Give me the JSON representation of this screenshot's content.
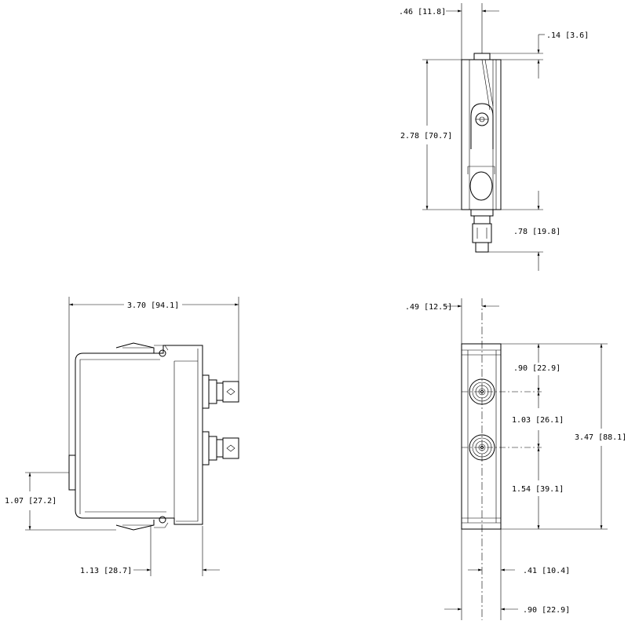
{
  "top_view": {
    "dim_width": ".46 [11.8]",
    "dim_cap": ".14 [3.6]",
    "dim_height": "2.78 [70.7]",
    "dim_connector": ".78 [19.8]"
  },
  "side_view": {
    "dim_overall_width": "3.70 [94.1]",
    "dim_height_from_base": "1.07 [27.2]",
    "dim_bracket_offset": "1.13 [28.7]"
  },
  "end_view": {
    "dim_width": ".49 [12.5]",
    "dim_top_to_conn1": ".90 [22.9]",
    "dim_conn_spacing": "1.03 [26.1]",
    "dim_overall_height": "3.47 [88.1]",
    "dim_conn2_to_bottom": "1.54 [39.1]",
    "dim_center_offset": ".41 [10.4]",
    "dim_bottom_width": ".90 [22.9]"
  }
}
